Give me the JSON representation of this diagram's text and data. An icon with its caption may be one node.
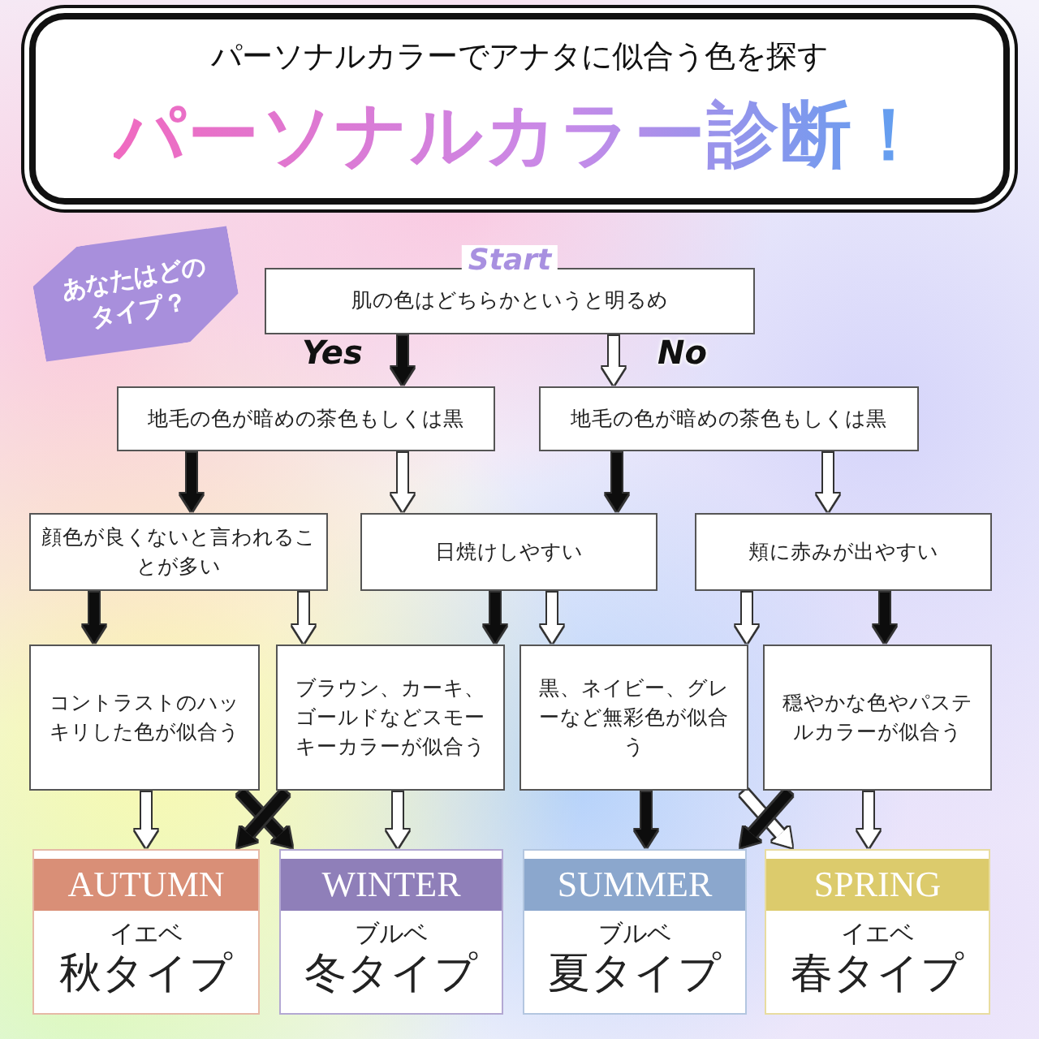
{
  "diagram": {
    "nodes": [
      {
        "text": [
          "パーソナルカラーでアナタに似合う色を探す",
          "パーソナルカラー診断！"
        ]
      },
      {
        "text": [
          "あなたはどのタイプ？"
        ]
      },
      {
        "text": [
          "Start",
          "肌の色はどちらかというと明るめ"
        ]
      },
      {
        "text": [
          "地毛の色が暗めの茶色もしくは黒"
        ]
      },
      {
        "text": [
          "地毛の色が暗めの茶色もしくは黒"
        ]
      },
      {
        "text": [
          "顔色が良くないと言われることが多い"
        ]
      },
      {
        "text": [
          "日焼けしやすい"
        ]
      },
      {
        "text": [
          "頬に赤みが出やすい"
        ]
      },
      {
        "text": [
          "コントラストのハッキリした色が似合う"
        ]
      },
      {
        "text": [
          "ブラウン、カーキ、ゴールドなどスモーキーカラーが似合う"
        ]
      },
      {
        "text": [
          "黒、ネイビー、グレーなど無彩色が似合う"
        ]
      },
      {
        "text": [
          "穏やかな色やパステルカラーが似合う"
        ]
      },
      {
        "text": [
          "AUTUMN",
          "イエベ",
          "秋タイプ"
        ]
      },
      {
        "text": [
          "WINTER",
          "ブルベ",
          "冬タイプ"
        ]
      },
      {
        "text": [
          "SUMMER",
          "ブルベ",
          "夏タイプ"
        ]
      },
      {
        "text": [
          "SPRING",
          "イエベ",
          "春タイプ"
        ]
      }
    ],
    "edges": [
      {
        "from": 2,
        "to": 3,
        "arrow": "to",
        "label": "Yes",
        "color": "#111111"
      },
      {
        "from": 2,
        "to": 4,
        "arrow": "to",
        "label": "No",
        "color": "#ffffff"
      },
      {
        "from": 3,
        "to": 5,
        "arrow": "to",
        "color": "#111111"
      },
      {
        "from": 3,
        "to": 6,
        "arrow": "to",
        "color": "#ffffff"
      },
      {
        "from": 4,
        "to": 6,
        "arrow": "to",
        "color": "#111111"
      },
      {
        "from": 4,
        "to": 7,
        "arrow": "to",
        "color": "#ffffff"
      },
      {
        "from": 5,
        "to": 8,
        "arrow": "to",
        "color": "#111111"
      },
      {
        "from": 5,
        "to": 9,
        "arrow": "to",
        "color": "#ffffff"
      },
      {
        "from": 6,
        "to": 9,
        "arrow": "to",
        "color": "#111111"
      },
      {
        "from": 6,
        "to": 10,
        "arrow": "to",
        "color": "#ffffff"
      },
      {
        "from": 7,
        "to": 10,
        "arrow": "to",
        "color": "#ffffff"
      },
      {
        "from": 7,
        "to": 11,
        "arrow": "to",
        "color": "#111111"
      },
      {
        "from": 8,
        "to": 12,
        "arrow": "to",
        "color": "#ffffff"
      },
      {
        "from": 9,
        "to": 13,
        "arrow": "to",
        "color": "#ffffff"
      },
      {
        "from": 10,
        "to": 15,
        "arrow": "to",
        "color": "#ffffff"
      },
      {
        "from": 11,
        "to": 15,
        "arrow": "to",
        "color": "#ffffff"
      },
      {
        "from": 8,
        "to": 13,
        "arrow": "to",
        "color": "#111111"
      },
      {
        "from": 9,
        "to": 12,
        "arrow": "to",
        "color": "#111111"
      },
      {
        "from": 10,
        "to": 14,
        "arrow": "to",
        "color": "#111111"
      },
      {
        "from": 11,
        "to": 14,
        "arrow": "to",
        "color": "#111111"
      }
    ]
  }
}
